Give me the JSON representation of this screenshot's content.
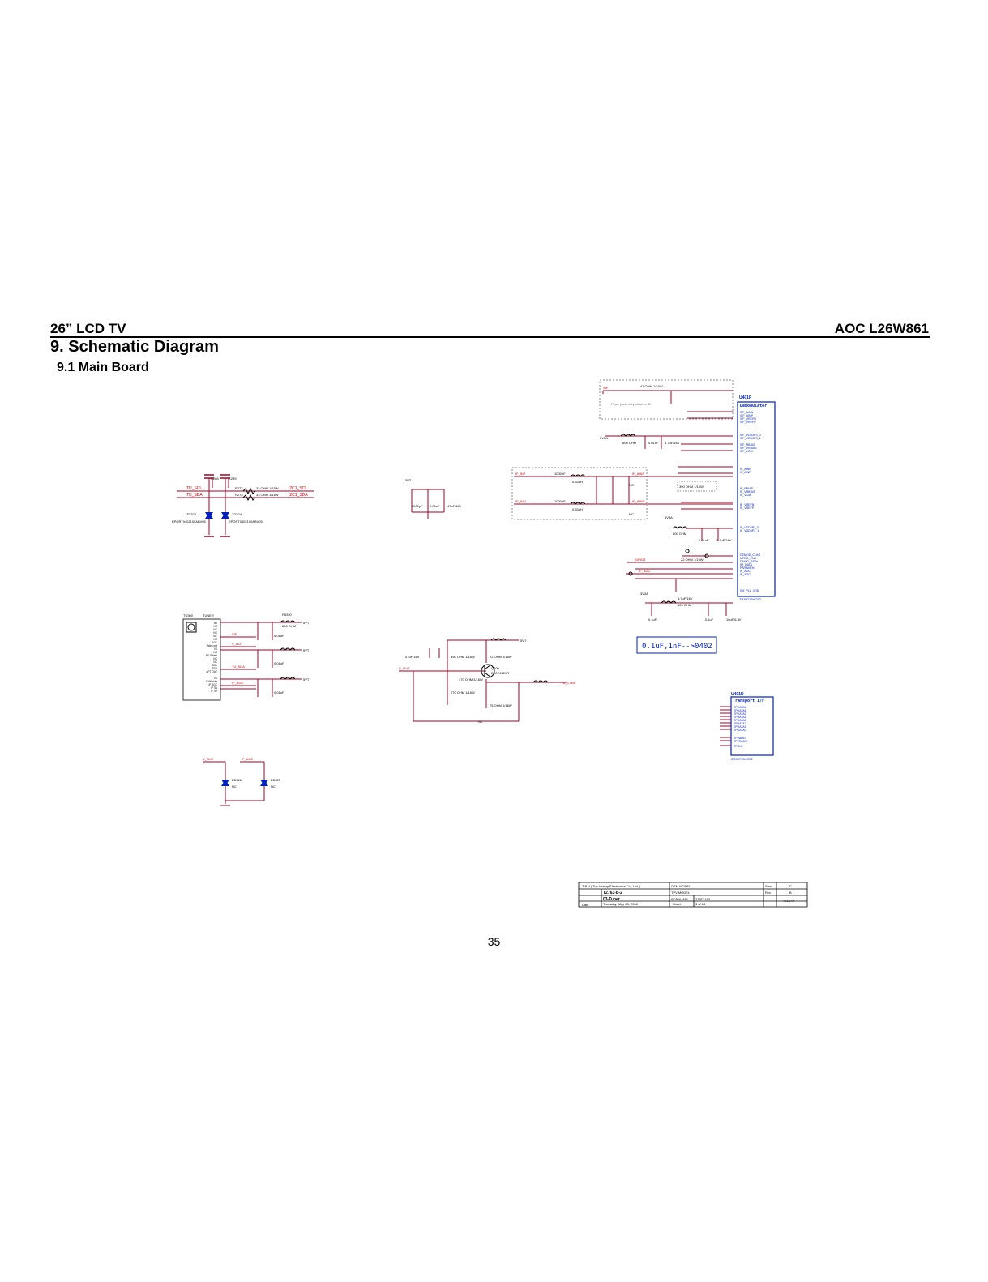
{
  "header": {
    "product": "26” LCD TV",
    "model": "AOC L26W861"
  },
  "section_title": "9. Schematic Diagram",
  "subsection_title": "9.1 Main Board",
  "page_number": "35",
  "schematic": {
    "u401p_ref": "U401P",
    "u401p_name": "Demodulator",
    "u401p_part": "ZR39715HC52",
    "u401d_ref": "U401D",
    "u401d_name": "Transport I/F",
    "u401d_part": "ZR39715HC52",
    "note_box": "0.1uF,1nF-->0402",
    "note_small": "Place parts very close to IC",
    "tuner_ref": "TU300",
    "tuner_label": "TUNER",
    "demod_pins": [
      "SIF_AINN",
      "SIF_AINP",
      "SIF_VREFN",
      "SIF_VREFP",
      "SIF_VDD3P3_0",
      "SIF_VDD3P3_1",
      "SIF_RBIAS",
      "SIF_VRBIAS",
      "SIF_VCM",
      "IF_AINN",
      "IF_AINP",
      "IF_RBIAS",
      "IF_VRBIAS",
      "IF_VCM",
      "IF_VREFN",
      "IF_VREFP",
      "IF_VDD3P3_0",
      "IF_VDD3P3_1",
      "DEMOD_CLKO",
      "MPEG_ENA",
      "DMOD_RSTn",
      "IM_DATA",
      "PARAMEN",
      "IF_AGC",
      "IF_AGC",
      "SM_PLL_VDD"
    ],
    "transport_pins": [
      "TPDATA7",
      "TPDATA6",
      "TPDATA5",
      "TPDATA4",
      "TPDATA3",
      "TPDATA2",
      "TPDATA1",
      "TPDATA0",
      "TPVALID",
      "TPFRAME",
      "TPCLK"
    ],
    "tuner_pins": [
      "B0",
      "NC",
      "NC",
      "NC",
      "SIF",
      "NC",
      "AGC",
      "Video out",
      "VS",
      "NC",
      "RF Shield",
      "NC",
      "NC",
      "SCL",
      "SDA",
      "AFT OUT",
      "VS",
      "IF Module",
      "IF AGC",
      "IF S1",
      "IF S2"
    ],
    "nets": [
      "TU_SCL",
      "TU_SDA",
      "I2C1_SCL",
      "I2C1_SDA",
      "SIF",
      "V_OUT",
      "IF_AGC",
      "IF_AINP",
      "IF_AINN",
      "IF_INP",
      "IF_INN",
      "5VT",
      "3V3A",
      "TU_CVBS",
      "GPIO3"
    ],
    "components": {
      "esd1": "ZD325",
      "esd1_part": "EPORT0402100ABV05",
      "esd2": "ZD324",
      "esd2_part": "EPORT0402100ABV05",
      "esd3": "ZD326",
      "esd4": "ZD327",
      "r_scl": "R273",
      "r_sda": "R275",
      "r_val": "33 OHM 1/16W",
      "c_a": "C288",
      "c_b": "C289",
      "c_val": "18pF",
      "q1": "Q400",
      "q1_part": "2SC2412KR",
      "fb": "FB320",
      "ohm_600": "600 OHM",
      "cap_001": "0.01uF",
      "cap_01": "0.1uF",
      "nc": "NC",
      "cap_47": "47uF/16V",
      "cap_1000p": "1000pF",
      "ind_033": "0.33uH",
      "r_390": "390 OHM 1/16W",
      "r_22": "22 OHM 1/16W",
      "r_470": "470 OHM 1/16W",
      "r_270": "270 OHM 1/16W",
      "r_75": "75 OHM 1/16W",
      "r_47": "47 OHM 1/16W",
      "r_120": "120 OHM",
      "cap_47u": "4.7uF/16V",
      "cap_10u": "10uF/6.3V"
    }
  },
  "title_block": {
    "company": "T P V  ( Top  Victory  Electronics  Co.,  Ltd. )",
    "oem_model": "OEM MODEL",
    "size_label": "Size",
    "size_value": "C",
    "tpv_model_label": "TPV MODEL",
    "rev_label": "Rev",
    "rev_value": "B",
    "board_label": "T2763-B-2",
    "sheet_title": "03-Tuner",
    "pcb_label": "PCB NAME",
    "pcb_value": "715T2163",
    "date_label": "Date",
    "date_value": "Thursday, May 08, 2008",
    "sheet_label": "Sheet",
    "sheet_value": "3  of  18",
    "doc_value": "<715-0>"
  }
}
